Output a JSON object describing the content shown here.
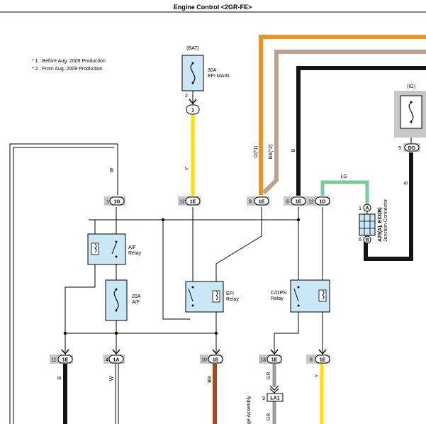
{
  "title": "Engine Control <2GR-FE>",
  "notes": [
    "* 1 : Before Aug.  2009 Production",
    "* 2 : From Aug.  2009 Production"
  ],
  "components": {
    "bat": "(BAT)",
    "ig": "(IG)",
    "efi_main_fuse": [
      "30A",
      "EFI MAIN"
    ],
    "af_fuse": [
      "20A",
      "A/F"
    ],
    "af_relay": [
      "A/F",
      "Relay"
    ],
    "efi_relay": [
      "EFI",
      "Relay"
    ],
    "copn_relay": [
      "C/OPN",
      "Relay"
    ],
    "junction": [
      "A25(A), E33(B)",
      "Junction Connector"
    ],
    "partial_vertical": "ge Assembly"
  },
  "connectors": {
    "c_1_top": {
      "pin": "2",
      "code": "1"
    },
    "c_ig": {
      "pin": "9",
      "code": "DG"
    },
    "c_1g": {
      "pin": "1",
      "code": "1G"
    },
    "c_12_1e": {
      "pin": "12",
      "code": "1E"
    },
    "c_9_1e": {
      "pin": "9",
      "code": "1E"
    },
    "c_6_1e": {
      "pin": "6",
      "code": "1E"
    },
    "c_12_1d": {
      "pin": "12",
      "code": "1D"
    },
    "jc_a": {
      "pin": "1",
      "code": "A"
    },
    "jc_b": {
      "pin": "6",
      "code": "B"
    },
    "c_11_1e": {
      "pin": "11",
      "code": "1E"
    },
    "c_4_1a": {
      "pin": "4",
      "code": "1A"
    },
    "c_10_1e": {
      "pin": "10",
      "code": "1E"
    },
    "c_13_1e": {
      "pin": "13",
      "code": "1E"
    },
    "c_8_1e": {
      "pin": "8",
      "code": "1E"
    },
    "la1": {
      "pin": "9",
      "code": "LA1"
    }
  },
  "wire_labels": {
    "w_1g": "W",
    "y_efi": "Y",
    "o": "O(*1)",
    "be": "BE(*2)",
    "b_6": "B",
    "lg": "LG",
    "b_ig": "B",
    "b_11": "B",
    "w_1a": "W",
    "br": "BR",
    "gr": "GR",
    "gr2": "GR",
    "y_8": "Y"
  },
  "colors": {
    "orange": "#F0901E",
    "beige": "#B8A48E",
    "black": "#141414",
    "yellow": "#FFDE00",
    "green": "#7CC89A",
    "brown": "#A64A22",
    "gray": "#9A9A9A",
    "component_fill": "#C9E7F5",
    "connector_fill": "#C8C8C8"
  }
}
